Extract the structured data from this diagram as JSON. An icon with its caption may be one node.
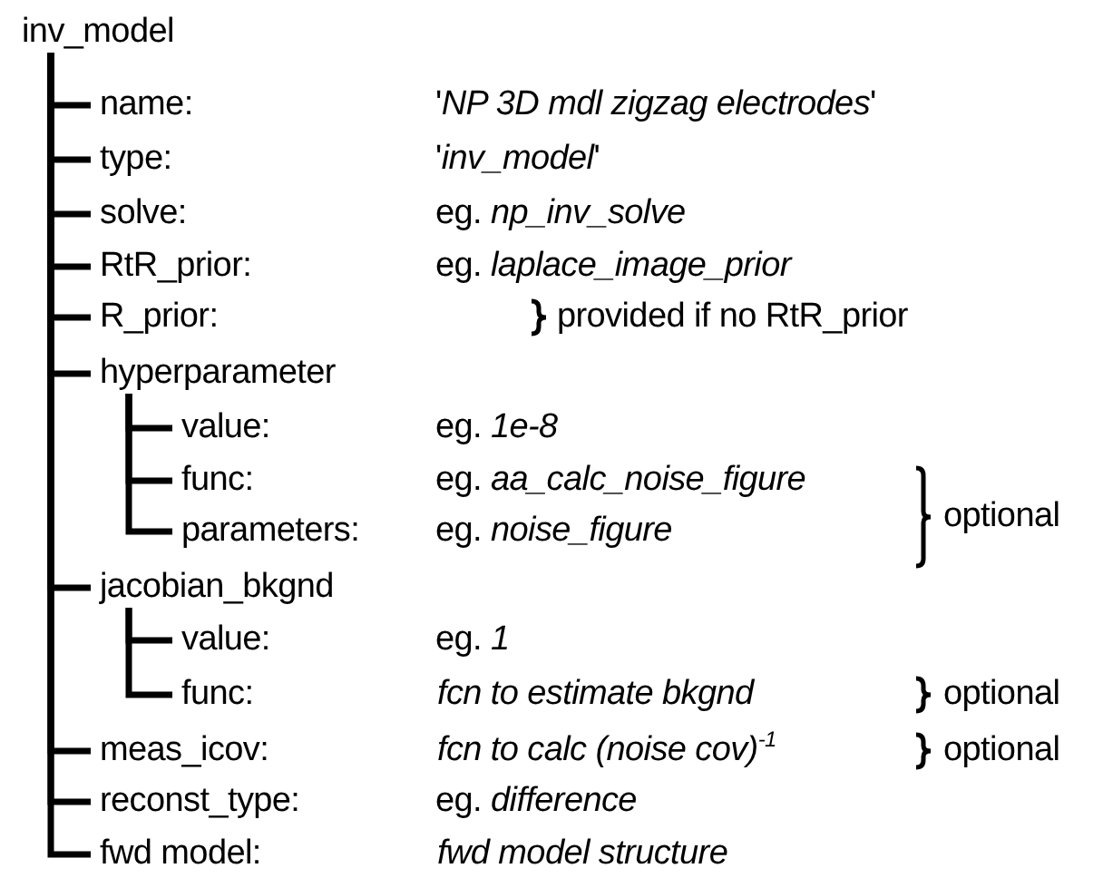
{
  "diagram": {
    "nodes": [
      {
        "text": [
          "inv_model"
        ]
      },
      {
        "text": [
          "name:",
          "'*NP 3D mdl zigzag electrodes*'"
        ]
      },
      {
        "text": [
          "type:",
          "'*inv_model*'"
        ]
      },
      {
        "text": [
          "solve:",
          "eg. *np_inv_solve*"
        ]
      },
      {
        "text": [
          "RtR_prior:",
          "eg. *laplace_image_prior*"
        ]
      },
      {
        "text": [
          "R_prior:"
        ]
      },
      {
        "text": [
          "hyperparameter"
        ]
      },
      {
        "text": [
          "value:",
          "eg. *1e-8*"
        ]
      },
      {
        "text": [
          "func:",
          "eg. *aa_calc_noise_figure*"
        ]
      },
      {
        "text": [
          "parameters:",
          "eg. *noise_figure*"
        ]
      },
      {
        "text": [
          "jacobian_bkgnd"
        ]
      },
      {
        "text": [
          "value:",
          "eg. *1*"
        ]
      },
      {
        "text": [
          "func:",
          "fcn to estimate bkgnd"
        ]
      },
      {
        "text": [
          "meas_icov:",
          "fcn to calc (noise cov)$^{-1}$"
        ]
      },
      {
        "text": [
          "reconst_type:",
          "eg. *difference*"
        ]
      },
      {
        "text": [
          "fwd model:",
          "fwd model structure"
        ]
      }
    ],
    "edges": [
      {
        "from": 0,
        "to": 1,
        "arrow": "none"
      },
      {
        "from": 0,
        "to": 2,
        "arrow": "none"
      },
      {
        "from": 0,
        "to": 3,
        "arrow": "none"
      },
      {
        "from": 0,
        "to": 4,
        "arrow": "none"
      },
      {
        "from": 0,
        "to": 5,
        "arrow": "none"
      },
      {
        "from": 0,
        "to": 6,
        "arrow": "none"
      },
      {
        "from": 6,
        "to": 7,
        "arrow": "none"
      },
      {
        "from": 6,
        "to": 8,
        "arrow": "none"
      },
      {
        "from": 6,
        "to": 9,
        "arrow": "none"
      },
      {
        "from": 0,
        "to": 10,
        "arrow": "none"
      },
      {
        "from": 10,
        "to": 11,
        "arrow": "none"
      },
      {
        "from": 10,
        "to": 12,
        "arrow": "none"
      },
      {
        "from": 0,
        "to": 13,
        "arrow": "none"
      },
      {
        "from": 0,
        "to": 14,
        "arrow": "none"
      },
      {
        "from": 0,
        "to": 15,
        "arrow": "none"
      }
    ],
    "labels": [
      "provided if no RtR_prior",
      "optional",
      "optional",
      "optional"
    ]
  }
}
